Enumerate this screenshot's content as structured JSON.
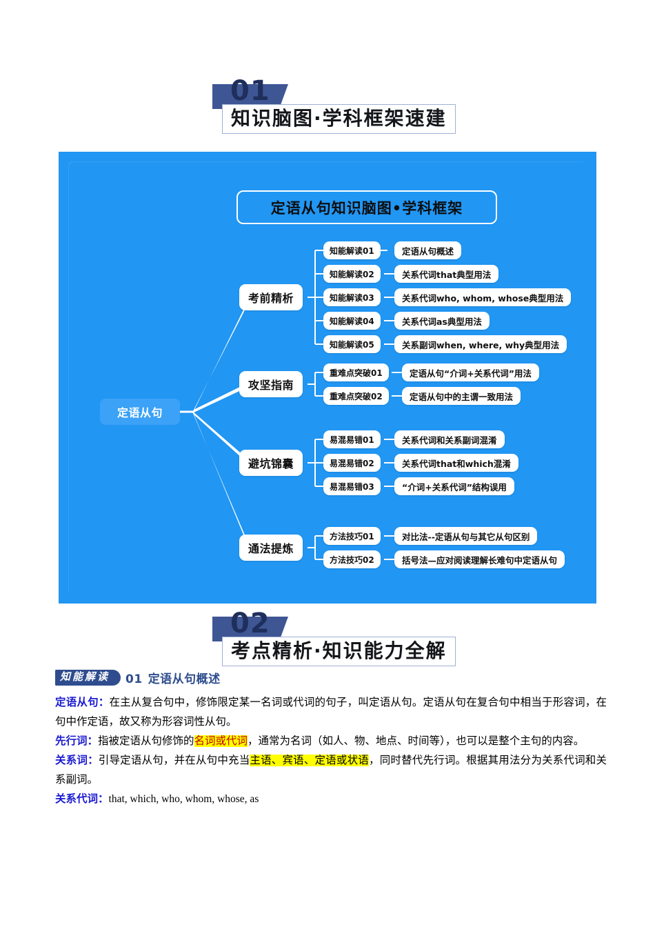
{
  "banners": [
    {
      "number": "01",
      "title": "知识脑图·学科框架速建"
    },
    {
      "number": "02",
      "title": "考点精析·知识能力全解"
    }
  ],
  "mindmap": {
    "title": "定语从句知识脑图•学科框架",
    "root": "定语从句",
    "bg_color": "#2196f3",
    "branches": [
      {
        "label": "考前精析",
        "items": [
          {
            "key": "知能解读01",
            "value": "定语从句概述"
          },
          {
            "key": "知能解读02",
            "value": "关系代词that典型用法"
          },
          {
            "key": "知能解读03",
            "value": "关系代词who, whom, whose典型用法"
          },
          {
            "key": "知能解读04",
            "value": "关系代词as典型用法"
          },
          {
            "key": "知能解读05",
            "value": "关系副词when, where, why典型用法"
          }
        ]
      },
      {
        "label": "攻坚指南",
        "items": [
          {
            "key": "重难点突破01",
            "value": "定语从句“介词+关系代词”用法"
          },
          {
            "key": "重难点突破02",
            "value": "定语从句中的主谓一致用法"
          }
        ]
      },
      {
        "label": "避坑锦囊",
        "items": [
          {
            "key": "易混易错01",
            "value": "关系代词和关系副词混淆"
          },
          {
            "key": "易混易错02",
            "value": "关系代词that和which混淆"
          },
          {
            "key": "易混易错03",
            "value": "“介词+关系代词”结构误用"
          }
        ]
      },
      {
        "label": "通法提炼",
        "items": [
          {
            "key": "方法技巧01",
            "value": "对比法--定语从句与其它从句区别"
          },
          {
            "key": "方法技巧02",
            "value": "括号法—应对阅读理解长难句中定语从句"
          }
        ]
      }
    ]
  },
  "knowledge_point": {
    "badge": "知能解读",
    "number": "01",
    "title": "定语从句概述",
    "paragraphs": [
      {
        "label": "定语从句：",
        "segments": [
          {
            "text": "在主从复合句中，修饰限定某一名词或代词的句子，叫定语从句。定语从句在复合句中相当于形容词，在句中作定语，故又称为形容词性从句。",
            "style": "plain"
          }
        ]
      },
      {
        "label": "先行词：",
        "segments": [
          {
            "text": "指被定语从句修饰的",
            "style": "plain"
          },
          {
            "text": "名词或代词",
            "style": "highlight-red"
          },
          {
            "text": "，通常为名词（如人、物、地点、时间等），也可以是整个主句的内容。",
            "style": "plain"
          }
        ]
      },
      {
        "label": "关系词：",
        "segments": [
          {
            "text": "引导定语从句，并在从句中充当",
            "style": "plain"
          },
          {
            "text": "主语、宾语、定语或状语",
            "style": "highlight-black"
          },
          {
            "text": "，同时替代先行词。根据其用法分为关系代词和关系副词。",
            "style": "plain"
          }
        ]
      },
      {
        "label": "关系代词：",
        "segments": [
          {
            "text": "that, which, who, whom, whose, as",
            "style": "plain"
          }
        ]
      }
    ]
  }
}
